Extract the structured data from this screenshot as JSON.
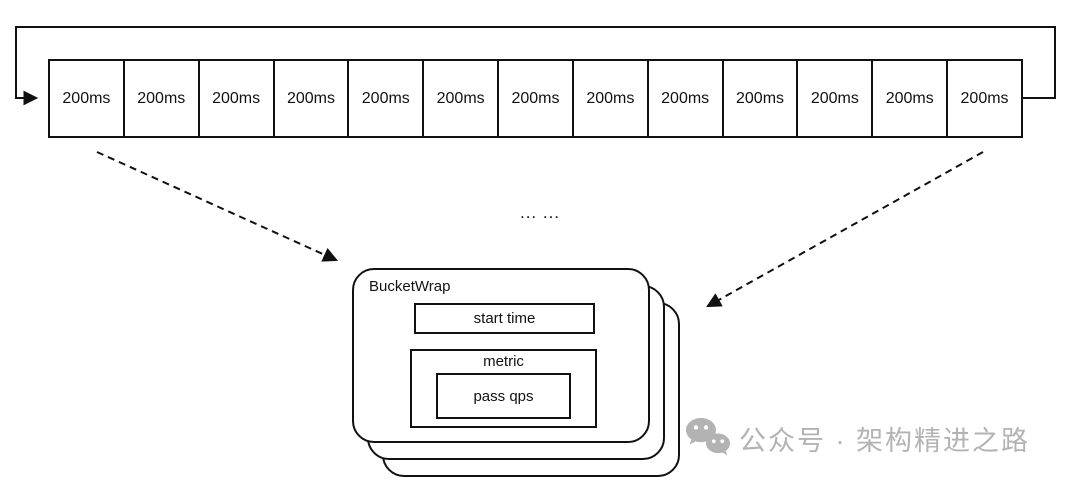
{
  "diagram": {
    "buffer": {
      "cells": [
        "200ms",
        "200ms",
        "200ms",
        "200ms",
        "200ms",
        "200ms",
        "200ms",
        "200ms",
        "200ms",
        "200ms",
        "200ms",
        "200ms",
        "200ms"
      ]
    },
    "ellipsis": "... ...",
    "bucket_wrap": {
      "title": "BucketWrap",
      "start_time": "start time",
      "metric": "metric",
      "pass_qps": "pass qps"
    },
    "watermark": {
      "icon": "wechat-icon",
      "text": "公众号 · 架构精进之路"
    },
    "colors": {
      "line": "#111111",
      "watermark": "#b3b3b3",
      "background": "#ffffff"
    }
  }
}
